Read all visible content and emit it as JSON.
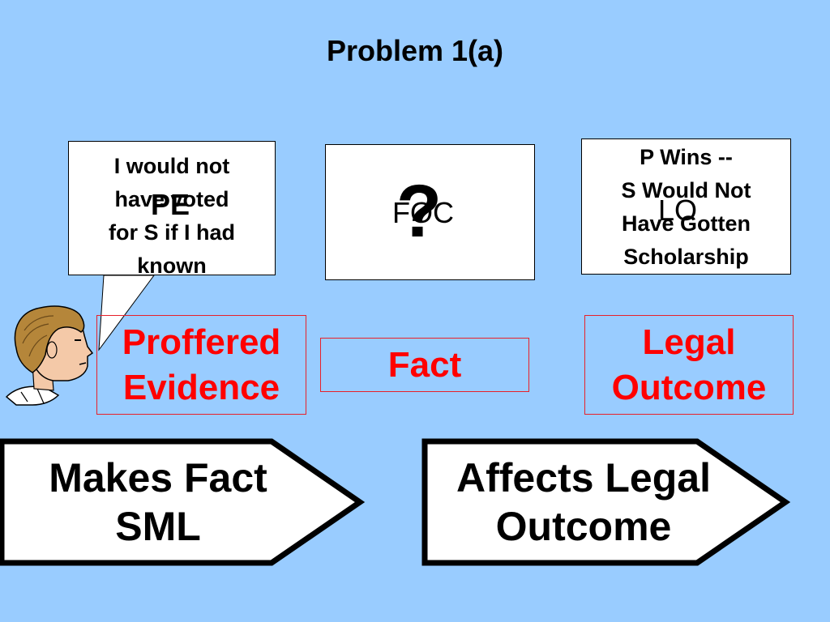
{
  "title": "Problem 1(a)",
  "pe_box": {
    "label": "PE",
    "lines": [
      "I would not",
      "have voted",
      "for S if I had",
      "known"
    ]
  },
  "foc_box": {
    "label": "FOC",
    "question_mark": "?"
  },
  "lo_box": {
    "label": "LO",
    "lines": [
      "P Wins --",
      "S Would Not",
      "Have Gotten",
      "Scholarship"
    ]
  },
  "red_boxes": {
    "proffered_evidence": [
      "Proffered",
      "Evidence"
    ],
    "fact": "Fact",
    "legal_outcome": [
      "Legal",
      "Outcome"
    ]
  },
  "arrows": {
    "left": [
      "Makes Fact",
      "SML"
    ],
    "right": [
      "Affects Legal",
      "Outcome"
    ]
  },
  "icons": {
    "person": "person-head-icon",
    "speech": "speech-bubble-tail"
  },
  "colors": {
    "background": "#99ccff",
    "red_text": "#ff0000",
    "box_fill": "#ffffff"
  }
}
